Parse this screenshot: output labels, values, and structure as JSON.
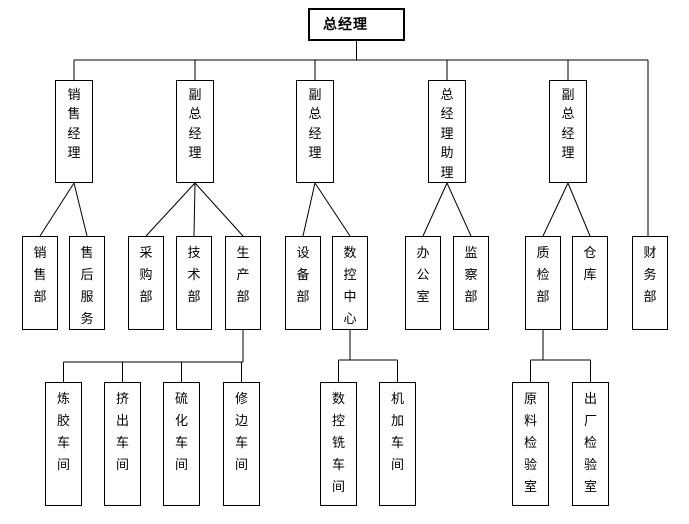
{
  "org": {
    "root": {
      "label": "总经理"
    },
    "managers": [
      {
        "label": "销售经理",
        "children": [
          "销售部",
          "售后服务"
        ]
      },
      {
        "label": "副总经理",
        "children": [
          "采购部",
          "技术部",
          "生产部"
        ]
      },
      {
        "label": "副总经理",
        "children": [
          "设备部",
          "数控中心"
        ]
      },
      {
        "label": "总经理助理",
        "children": [
          "办公室",
          "监察部"
        ]
      },
      {
        "label": "副总经理",
        "children": [
          "质检部",
          "仓库"
        ]
      }
    ],
    "departments": [
      {
        "label": "销售部"
      },
      {
        "label": "售后服务"
      },
      {
        "label": "采购部"
      },
      {
        "label": "技术部"
      },
      {
        "label": "生产部",
        "children": [
          "炼胶车间",
          "挤出车间",
          "硫化车间",
          "修边车间"
        ]
      },
      {
        "label": "设备部"
      },
      {
        "label": "数控中心",
        "children": [
          "数控铣车间",
          "机加车间"
        ]
      },
      {
        "label": "办公室"
      },
      {
        "label": "监察部"
      },
      {
        "label": "质检部",
        "children": [
          "原料检验室",
          "出厂检验室"
        ]
      },
      {
        "label": "仓库"
      },
      {
        "label": "财务部"
      }
    ],
    "workshops": [
      {
        "label": "炼胶车间"
      },
      {
        "label": "挤出车间"
      },
      {
        "label": "硫化车间"
      },
      {
        "label": "修边车间"
      },
      {
        "label": "数控铣车间"
      },
      {
        "label": "机加车间"
      },
      {
        "label": "原料检验室"
      },
      {
        "label": "出厂检验室"
      }
    ],
    "line_color": "#000000",
    "box_fill": "#ffffff"
  }
}
